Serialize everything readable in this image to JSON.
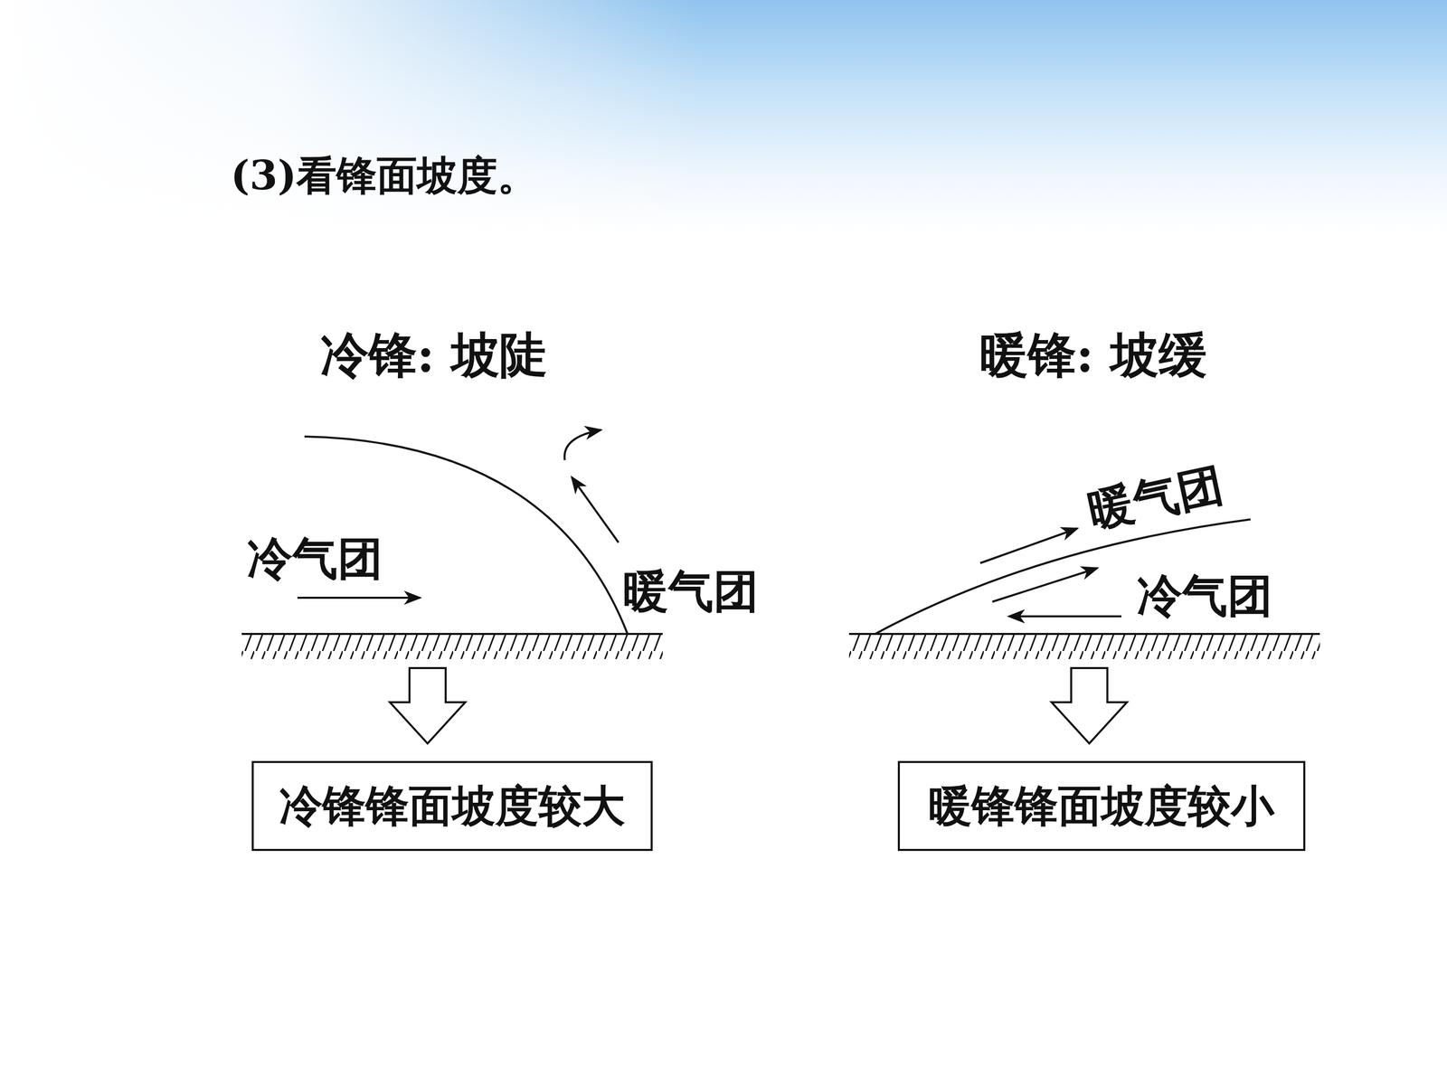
{
  "diagram": {
    "title": "(3)看锋面坡度。",
    "nodes": [
      {
        "text": [
          "冷锋锋面坡度较大"
        ]
      },
      {
        "text": [
          "暖锋锋面坡度较小"
        ]
      }
    ],
    "labels": [
      "冷锋: 坡陡",
      "暖锋: 坡缓",
      "冷气团",
      "暖气团",
      "暖气团",
      "冷气团"
    ]
  }
}
